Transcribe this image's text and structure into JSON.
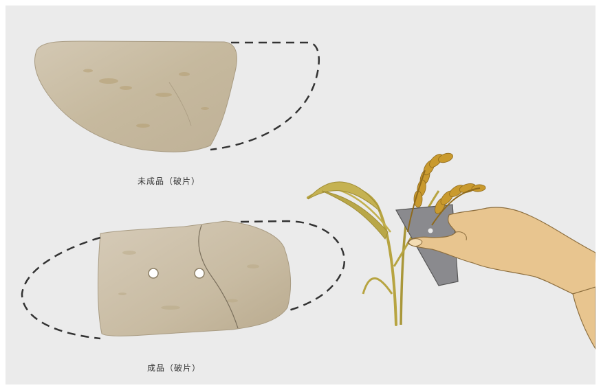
{
  "captions": {
    "unfinished": "未成品（破片）",
    "finished": "成品（破片）"
  },
  "colors": {
    "panel_background": "#ebebeb",
    "stone": "#cbbfa9",
    "hand": "#e8c58f",
    "rice_stalk": "#b7a441",
    "rice_grain": "#c99a2e",
    "blade": "#8a8a8e"
  },
  "icons": {
    "stone_knife_unfinished": "stone-knife-fragment",
    "stone_knife_finished": "perforated-stone-knife",
    "reaping_illustration": "hand-reaping-rice"
  }
}
